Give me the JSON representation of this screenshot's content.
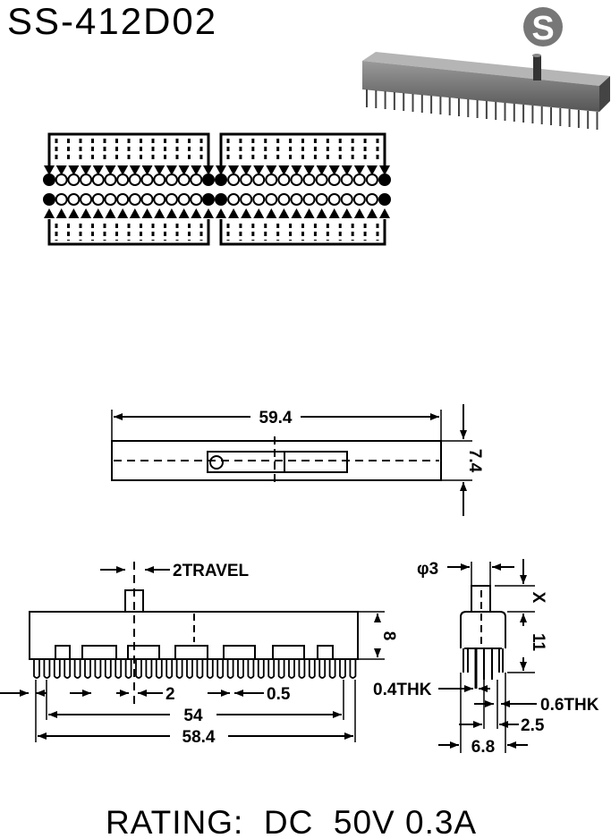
{
  "header": {
    "model": "SS-412D02",
    "logo_letter": "S"
  },
  "top_view": {
    "length": "59.4",
    "width": "7.4"
  },
  "side_view": {
    "travel": "2TRAVEL",
    "pitch": "2",
    "gap": "0.5",
    "pin_span": "54",
    "overall": "58.4",
    "height": "8"
  },
  "end_view": {
    "knob_dia": "φ3",
    "knob_height": "X",
    "body_height": "11",
    "pin_thk_inner": "0.4THK",
    "pin_thk_outer": "0.6THK",
    "pin_offset": "2.5",
    "width": "6.8"
  },
  "footer": {
    "rating": "RATING:  DC  50V 0.3A"
  }
}
